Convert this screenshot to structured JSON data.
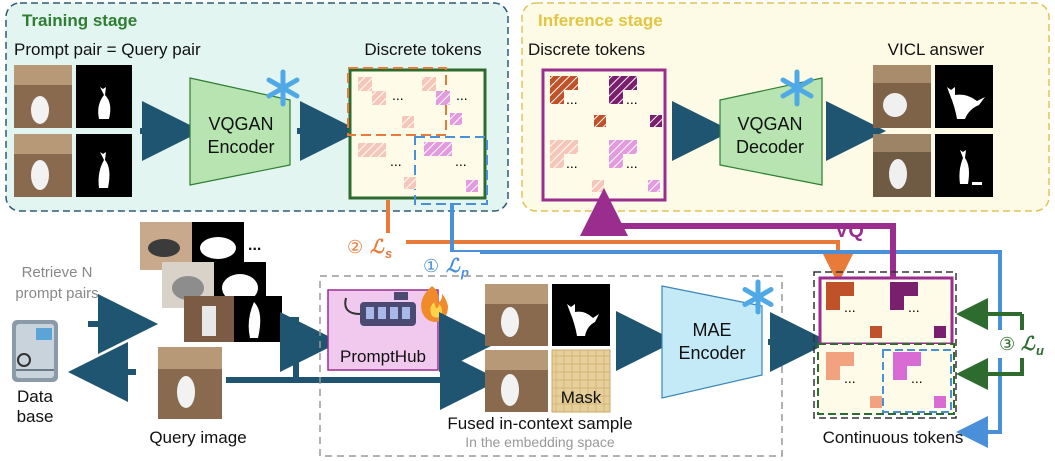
{
  "training": {
    "title": "Training stage",
    "pair_label": "Prompt pair = Query pair",
    "encoder": [
      "VQGAN",
      "Encoder"
    ],
    "tokens_label": "Discrete tokens"
  },
  "inference": {
    "title": "Inference stage",
    "tokens_label": "Discrete tokens",
    "decoder": [
      "VQGAN",
      "Decoder"
    ],
    "answer_label": "VICL answer"
  },
  "retrieve_label": [
    "Retrieve N",
    "prompt pairs"
  ],
  "database_label": [
    "Data",
    "base"
  ],
  "query_label": "Query image",
  "prompthub_label": "PromptHub",
  "mask_label": "Mask",
  "mae": [
    "MAE",
    "Encoder"
  ],
  "fused_label": "Fused in-context sample",
  "embed_label": "In the embedding space",
  "continuous_label": "Continuous tokens",
  "vq_label": "VQ",
  "ellipsis": "...",
  "losses": {
    "s": {
      "num": "②",
      "sym": "ℒ",
      "sub": "s"
    },
    "p": {
      "num": "①",
      "sym": "ℒ",
      "sub": "p"
    },
    "u": {
      "num": "③",
      "sym": "ℒ",
      "sub": "u"
    }
  },
  "colors": {
    "orange": "#e87a3a",
    "blue": "#4a90d9",
    "purple": "#9b2d8f",
    "green": "#2e6b2e",
    "dark_arrow": "#1f5570"
  }
}
